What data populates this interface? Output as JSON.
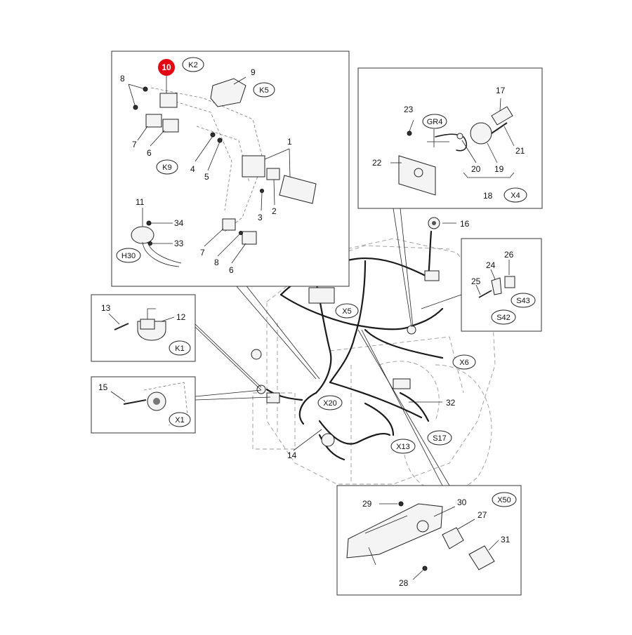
{
  "diagram": {
    "highlight_color": "#e30613",
    "highlight_callout": "10",
    "panel_k2": {
      "callouts": [
        "8",
        "9",
        "7",
        "6",
        "1",
        "4",
        "5",
        "3",
        "2",
        "11",
        "34",
        "33",
        "7",
        "8",
        "6"
      ],
      "codes": [
        "K2",
        "K5",
        "K9",
        "H30"
      ]
    },
    "panel_x4": {
      "callouts": [
        "17",
        "23",
        "21",
        "22",
        "20",
        "19",
        "18"
      ],
      "codes": [
        "GR4",
        "X4"
      ]
    },
    "panel_k1": {
      "callouts": [
        "13",
        "12"
      ],
      "codes": [
        "K1"
      ]
    },
    "panel_x1": {
      "callouts": [
        "15"
      ],
      "codes": [
        "X1"
      ]
    },
    "panel_s42": {
      "callouts": [
        "26",
        "24",
        "25"
      ],
      "codes": [
        "S43",
        "S42"
      ]
    },
    "panel_x50": {
      "callouts": [
        "29",
        "30",
        "27",
        "31",
        "28"
      ],
      "codes": [
        "X50"
      ]
    },
    "main": {
      "callouts": [
        "16",
        "32",
        "14"
      ],
      "codes": [
        "X5",
        "X6",
        "X20",
        "X13",
        "S17"
      ]
    }
  }
}
